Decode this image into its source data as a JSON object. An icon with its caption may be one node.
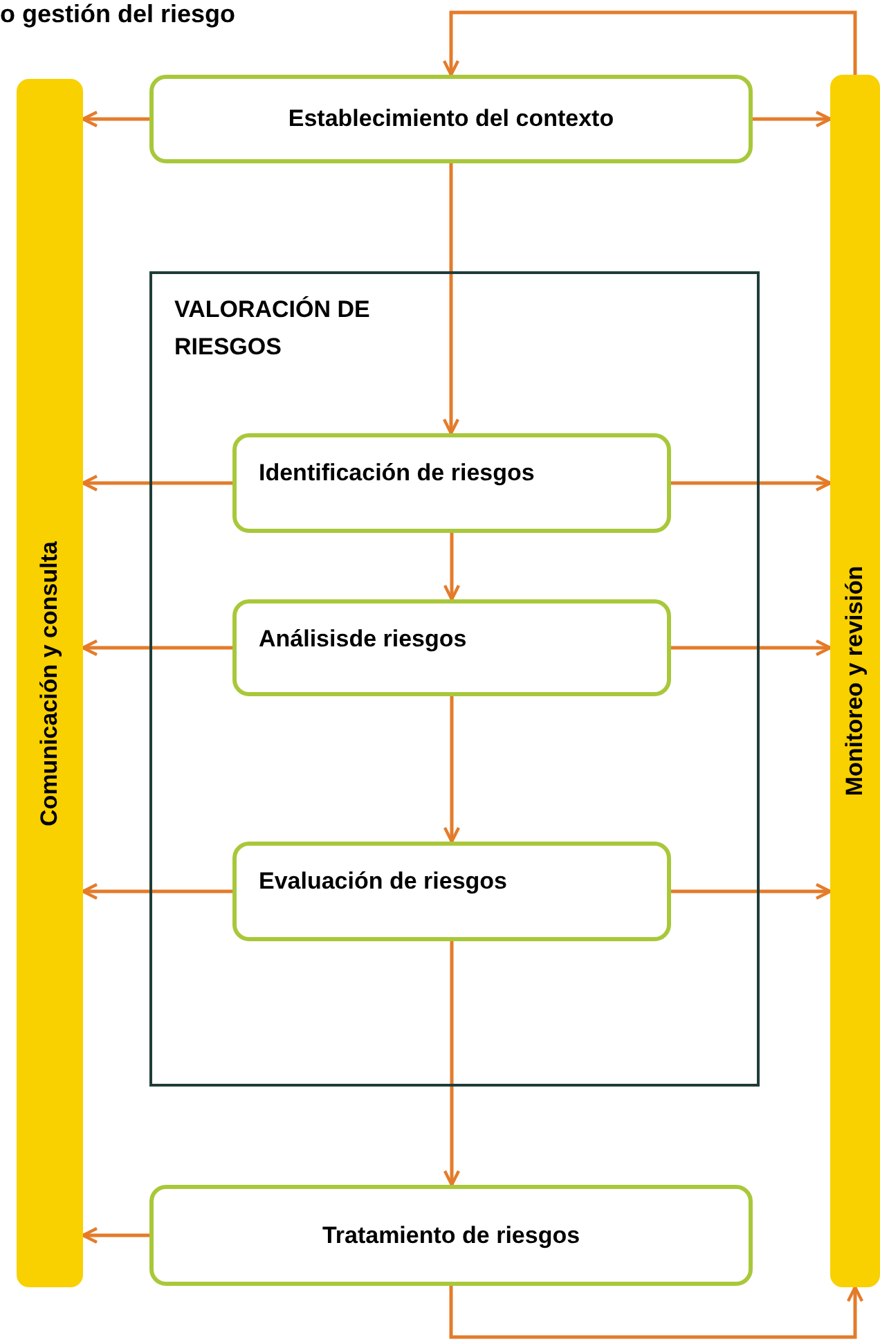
{
  "diagram": {
    "title": "o gestión del riesgo",
    "nodes": [
      {
        "text": [
          "Comunicación y consulta"
        ]
      },
      {
        "text": [
          "Establecimiento del contexto"
        ]
      },
      {
        "text": [
          "VALORACIÓN DE RIESGOS"
        ]
      },
      {
        "text": [
          "Identificación de riesgos"
        ],
        "in": 2
      },
      {
        "text": [
          "Análisisde riesgos"
        ],
        "in": 2
      },
      {
        "text": [
          "Evaluación de riesgos"
        ],
        "in": 2
      },
      {
        "text": [
          "Tratamiento de riesgos"
        ]
      },
      {
        "text": [
          "Monitoreo y revisión"
        ]
      }
    ],
    "edges": [
      {
        "from": 1,
        "to": 0,
        "arrow": "to"
      },
      {
        "from": 1,
        "to": 7,
        "arrow": "to"
      },
      {
        "from": 1,
        "to": 3,
        "arrow": "to"
      },
      {
        "from": 3,
        "to": 0,
        "arrow": "to"
      },
      {
        "from": 3,
        "to": 7,
        "arrow": "to"
      },
      {
        "from": 3,
        "to": 4,
        "arrow": "to"
      },
      {
        "from": 4,
        "to": 0,
        "arrow": "to"
      },
      {
        "from": 4,
        "to": 7,
        "arrow": "to"
      },
      {
        "from": 4,
        "to": 5,
        "arrow": "to"
      },
      {
        "from": 5,
        "to": 0,
        "arrow": "to"
      },
      {
        "from": 5,
        "to": 7,
        "arrow": "to"
      },
      {
        "from": 5,
        "to": 6,
        "arrow": "to"
      },
      {
        "from": 6,
        "to": 0,
        "arrow": "to"
      },
      {
        "from": 6,
        "to": 7,
        "arrow": "to"
      },
      {
        "from": 7,
        "to": 1,
        "arrow": "to"
      }
    ]
  }
}
